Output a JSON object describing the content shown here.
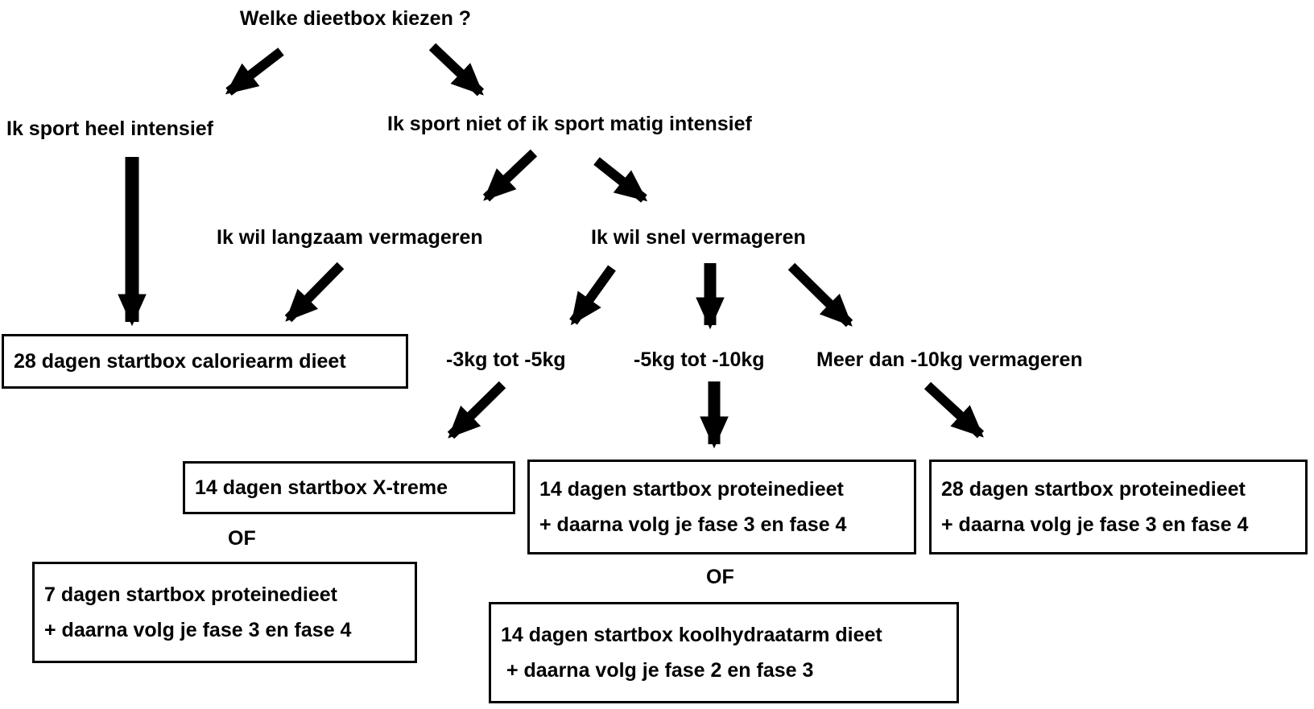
{
  "diagram": {
    "title": "Welke dieetbox kiezen ?",
    "labels": {
      "sport_intensief": "Ik sport heel intensief",
      "sport_niet_matig": "Ik sport niet of ik sport matig intensief",
      "langzaam_vermageren": "Ik wil langzaam vermageren",
      "snel_vermageren": "Ik wil snel vermageren",
      "kg_3_tot_5": "-3kg tot -5kg",
      "kg_5_tot_10": "-5kg tot -10kg",
      "meer_dan_10kg": "Meer dan -10kg vermageren",
      "of": "OF"
    },
    "boxes": {
      "caloriearm": {
        "line1": "28 dagen startbox caloriearm dieet"
      },
      "xtreme": {
        "line1": "14 dagen startbox X-treme"
      },
      "proteine_7": {
        "line1": "7 dagen startbox proteinedieet",
        "line2": "+ daarna volg je fase 3 en fase 4"
      },
      "proteine_14": {
        "line1": "14 dagen startbox proteinedieet",
        "line2": "+ daarna volg je fase 3 en fase 4"
      },
      "koolhydraatarm_14": {
        "line1": "14 dagen startbox koolhydraatarm dieet",
        "line2": " + daarna volg je fase 2 en fase 3"
      },
      "proteine_28": {
        "line1": "28 dagen startbox proteinedieet",
        "line2": "+ daarna volg je fase 3 en fase 4"
      }
    },
    "colors": {
      "text": "#000000",
      "background": "#ffffff",
      "border": "#000000",
      "arrow": "#000000"
    }
  }
}
